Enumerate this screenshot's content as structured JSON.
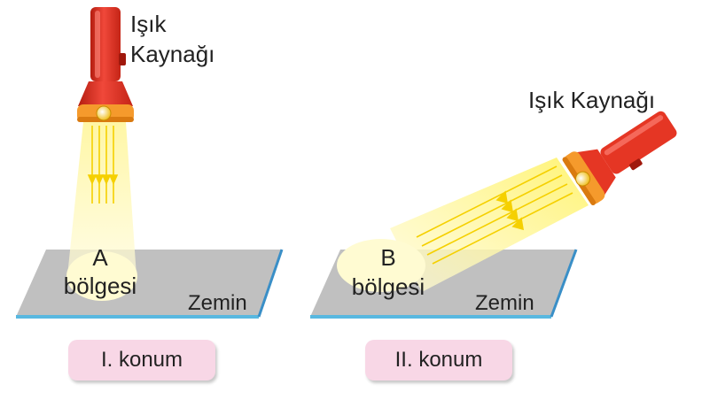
{
  "scene1": {
    "source_label_line1": "Işık",
    "source_label_line2": "Kaynağı",
    "region_letter": "A",
    "region_word": "bölgesi",
    "floor_label": "Zemin",
    "position_label": "I. konum"
  },
  "scene2": {
    "source_label": "Işık Kaynağı",
    "region_letter": "B",
    "region_word": "bölgesi",
    "floor_label": "Zemin",
    "position_label": "II. konum"
  },
  "colors": {
    "floor": "#bdbdbd",
    "floor_edge": "#58b8e0",
    "flashlight_body": "#e53624",
    "beam": "#fff27a",
    "lit_area": "#fffbd0",
    "label_background": "#f8d7e6"
  },
  "icons": [
    "flashlight-icon",
    "flashlight-icon"
  ]
}
